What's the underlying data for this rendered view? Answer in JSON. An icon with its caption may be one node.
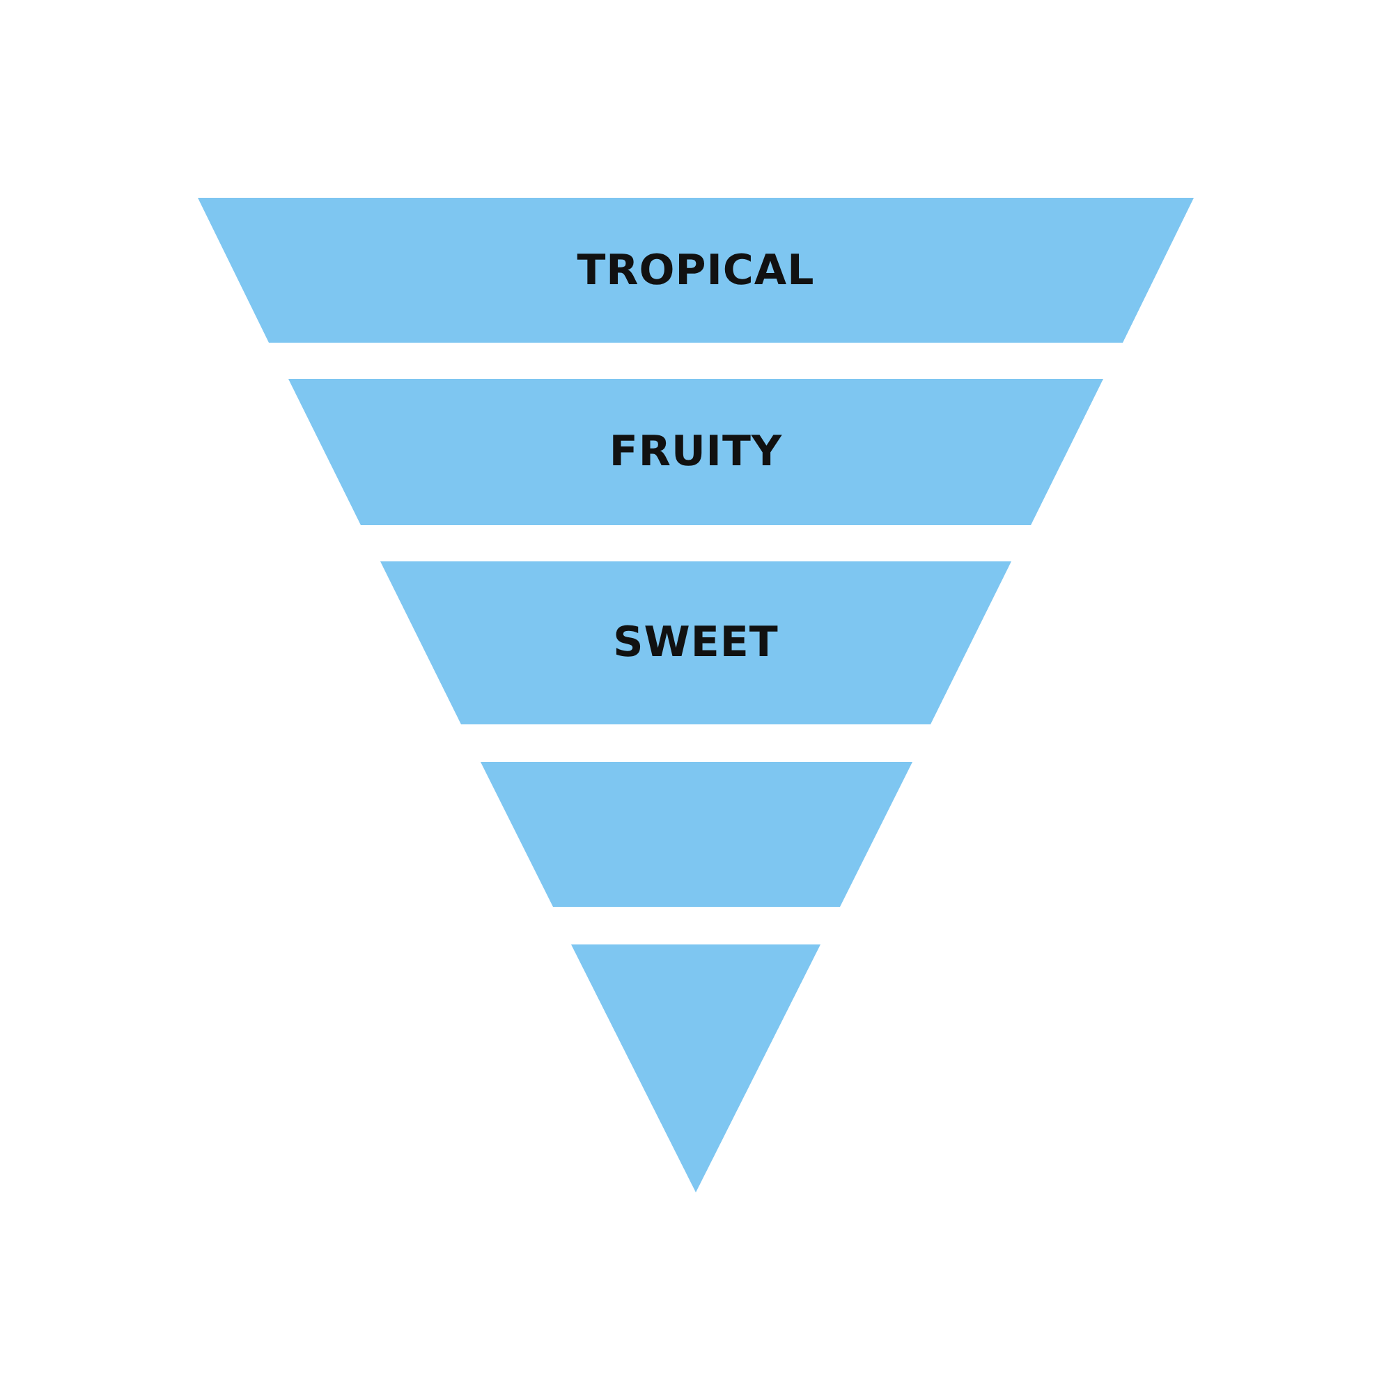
{
  "diagram": {
    "nodes": [
      {
        "text": [
          "TROPICAL"
        ]
      },
      {
        "text": [
          "FRUITY"
        ]
      },
      {
        "text": [
          "SWEET"
        ]
      },
      {
        "text": [],
        "shape": "trapezoid"
      },
      {
        "text": [],
        "shape": "triangle"
      }
    ]
  }
}
